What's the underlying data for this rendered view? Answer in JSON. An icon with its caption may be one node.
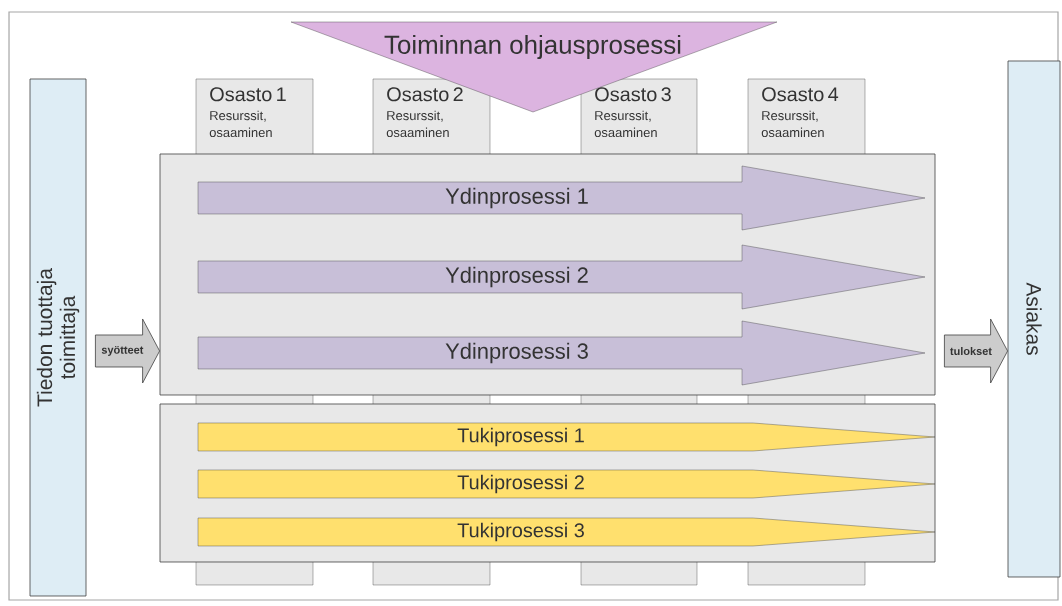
{
  "diagram": {
    "nodes": [
      {
        "text": [
          "Toiminnan ohjausprosessi"
        ]
      },
      {
        "text": [
          "Tiedon tuottaja toimittaja"
        ]
      },
      {
        "text": [
          "Osasto 1",
          "Resurssit, osaaminen"
        ]
      },
      {
        "text": [
          "Osasto 2",
          "Resurssit, osaaminen"
        ]
      },
      {
        "text": [
          "Osasto 3",
          "Resurssit, osaaminen"
        ]
      },
      {
        "text": [
          "Osasto 4",
          "Resurssit, osaaminen"
        ]
      },
      {
        "text": [],
        "shape": "box"
      },
      {
        "text": [
          "Ydinprosessi 1"
        ],
        "in": 6
      },
      {
        "text": [
          "Ydinprosessi 2"
        ],
        "in": 6
      },
      {
        "text": [
          "Ydinprosessi 3"
        ],
        "in": 6
      },
      {
        "text": [],
        "shape": "box"
      },
      {
        "text": [
          "Tukiprosessi 1"
        ],
        "in": 10
      },
      {
        "text": [
          "Tukiprosessi 2"
        ],
        "in": 10
      },
      {
        "text": [
          "Tukiprosessi 3"
        ],
        "in": 10
      },
      {
        "text": [
          "Asiakas"
        ]
      }
    ],
    "edges": [
      {
        "from": 1,
        "to": 6,
        "arrow": "to",
        "label": "syötteet"
      },
      {
        "from": 6,
        "to": 14,
        "arrow": "to",
        "label": "tulokset"
      }
    ]
  }
}
